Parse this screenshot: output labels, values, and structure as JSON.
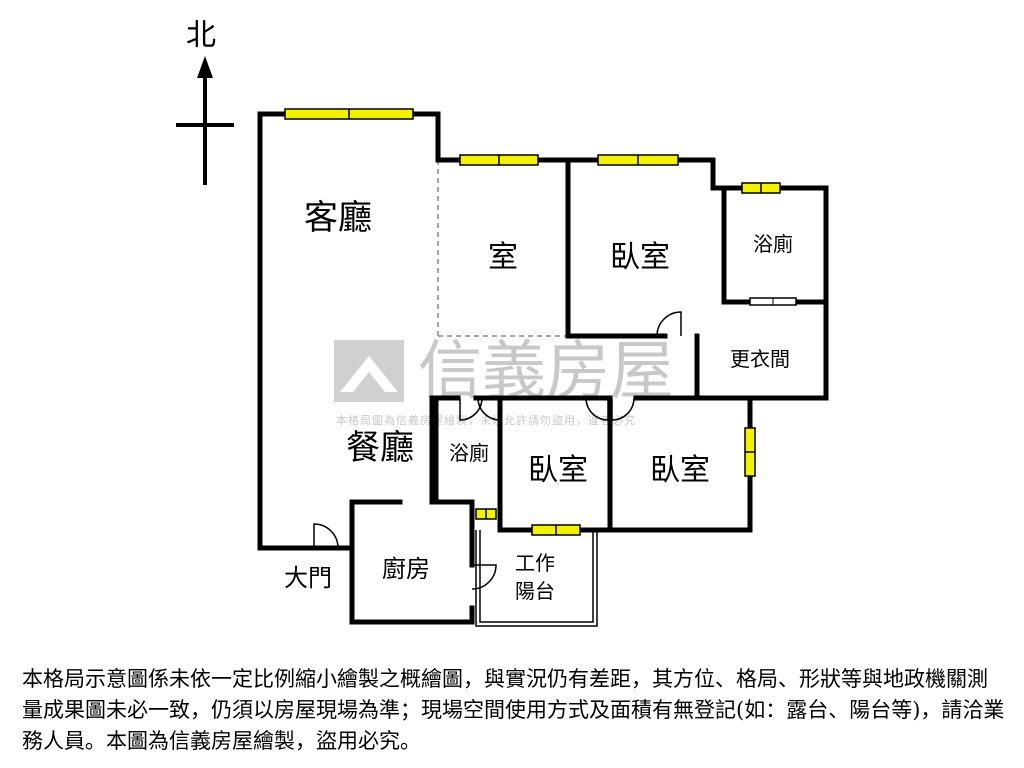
{
  "compass": {
    "label": "北"
  },
  "rooms": {
    "living": "客廳",
    "room": "室",
    "bedroom_top": "臥室",
    "bath_top": "浴廁",
    "closet": "更衣間",
    "dining": "餐廳",
    "bath_mid": "浴廁",
    "bedroom_mid": "臥室",
    "bedroom_right": "臥室",
    "kitchen": "廚房",
    "balcony_line1": "工作",
    "balcony_line2": "陽台",
    "entrance": "大門"
  },
  "watermark": {
    "brand": "信義房屋",
    "notice": "本格局圖為信義房屋繪製，未經允許請勿盜用，違者必究"
  },
  "disclaimer": "本格局示意圖係未依一定比例縮小繪製之概繪圖，與實況仍有差距，其方位、格局、形狀等與地政機關測量成果圖未必一致，仍須以房屋現場為準；現場空間使用方式及面積有無登記(如：露台、陽台等)，請洽業務人員。本圖為信義房屋繪製，盜用必究。",
  "colors": {
    "wall": "#000000",
    "window": "#f2f200",
    "watermark": "#c8c8c8"
  }
}
